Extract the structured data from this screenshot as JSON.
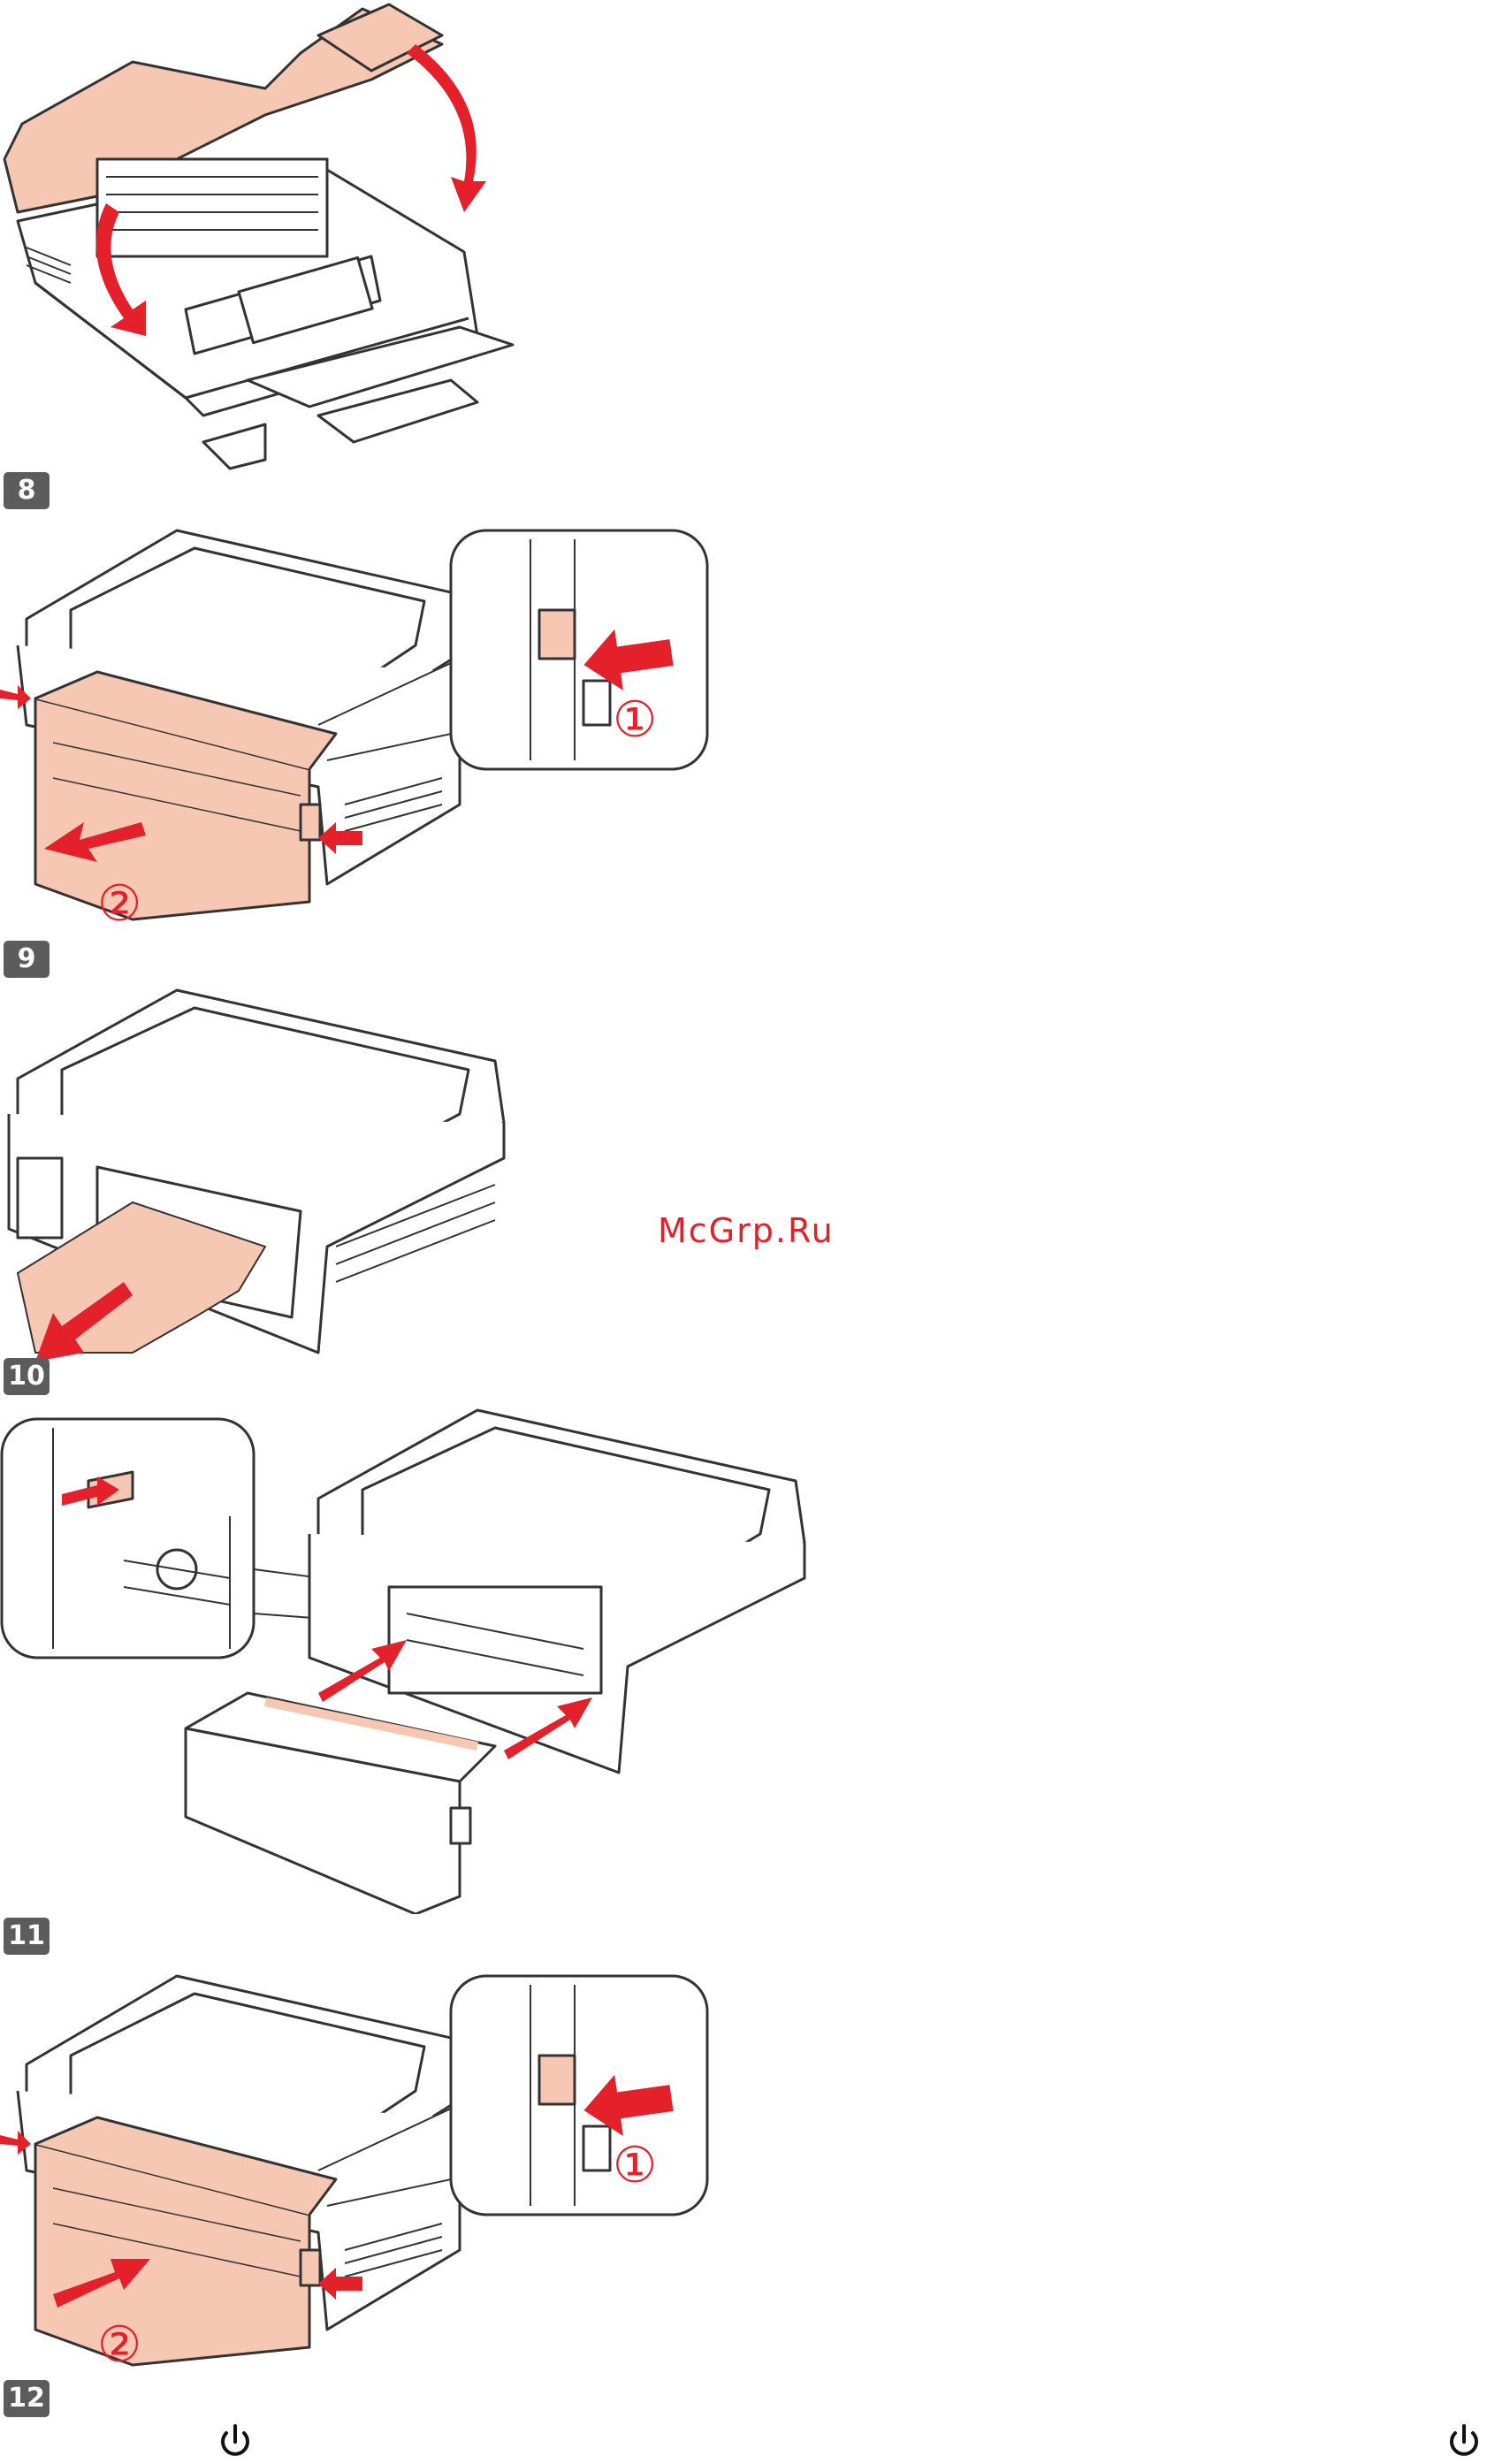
{
  "steps": [
    {
      "number": "8"
    },
    {
      "number": "9"
    },
    {
      "number": "10"
    },
    {
      "number": "11"
    },
    {
      "number": "12"
    }
  ],
  "callouts": {
    "step8_marker_1": "①",
    "step8_marker_2": "②",
    "step11_marker_1": "①",
    "step11_marker_2": "②"
  },
  "watermark": "McGrp.Ru",
  "icons": [
    "power-icon"
  ],
  "colors": {
    "accent_red": "#e4202a",
    "highlight_peach": "#f6c8b4",
    "badge_gray": "#5c5c5c",
    "outline": "#333333"
  }
}
